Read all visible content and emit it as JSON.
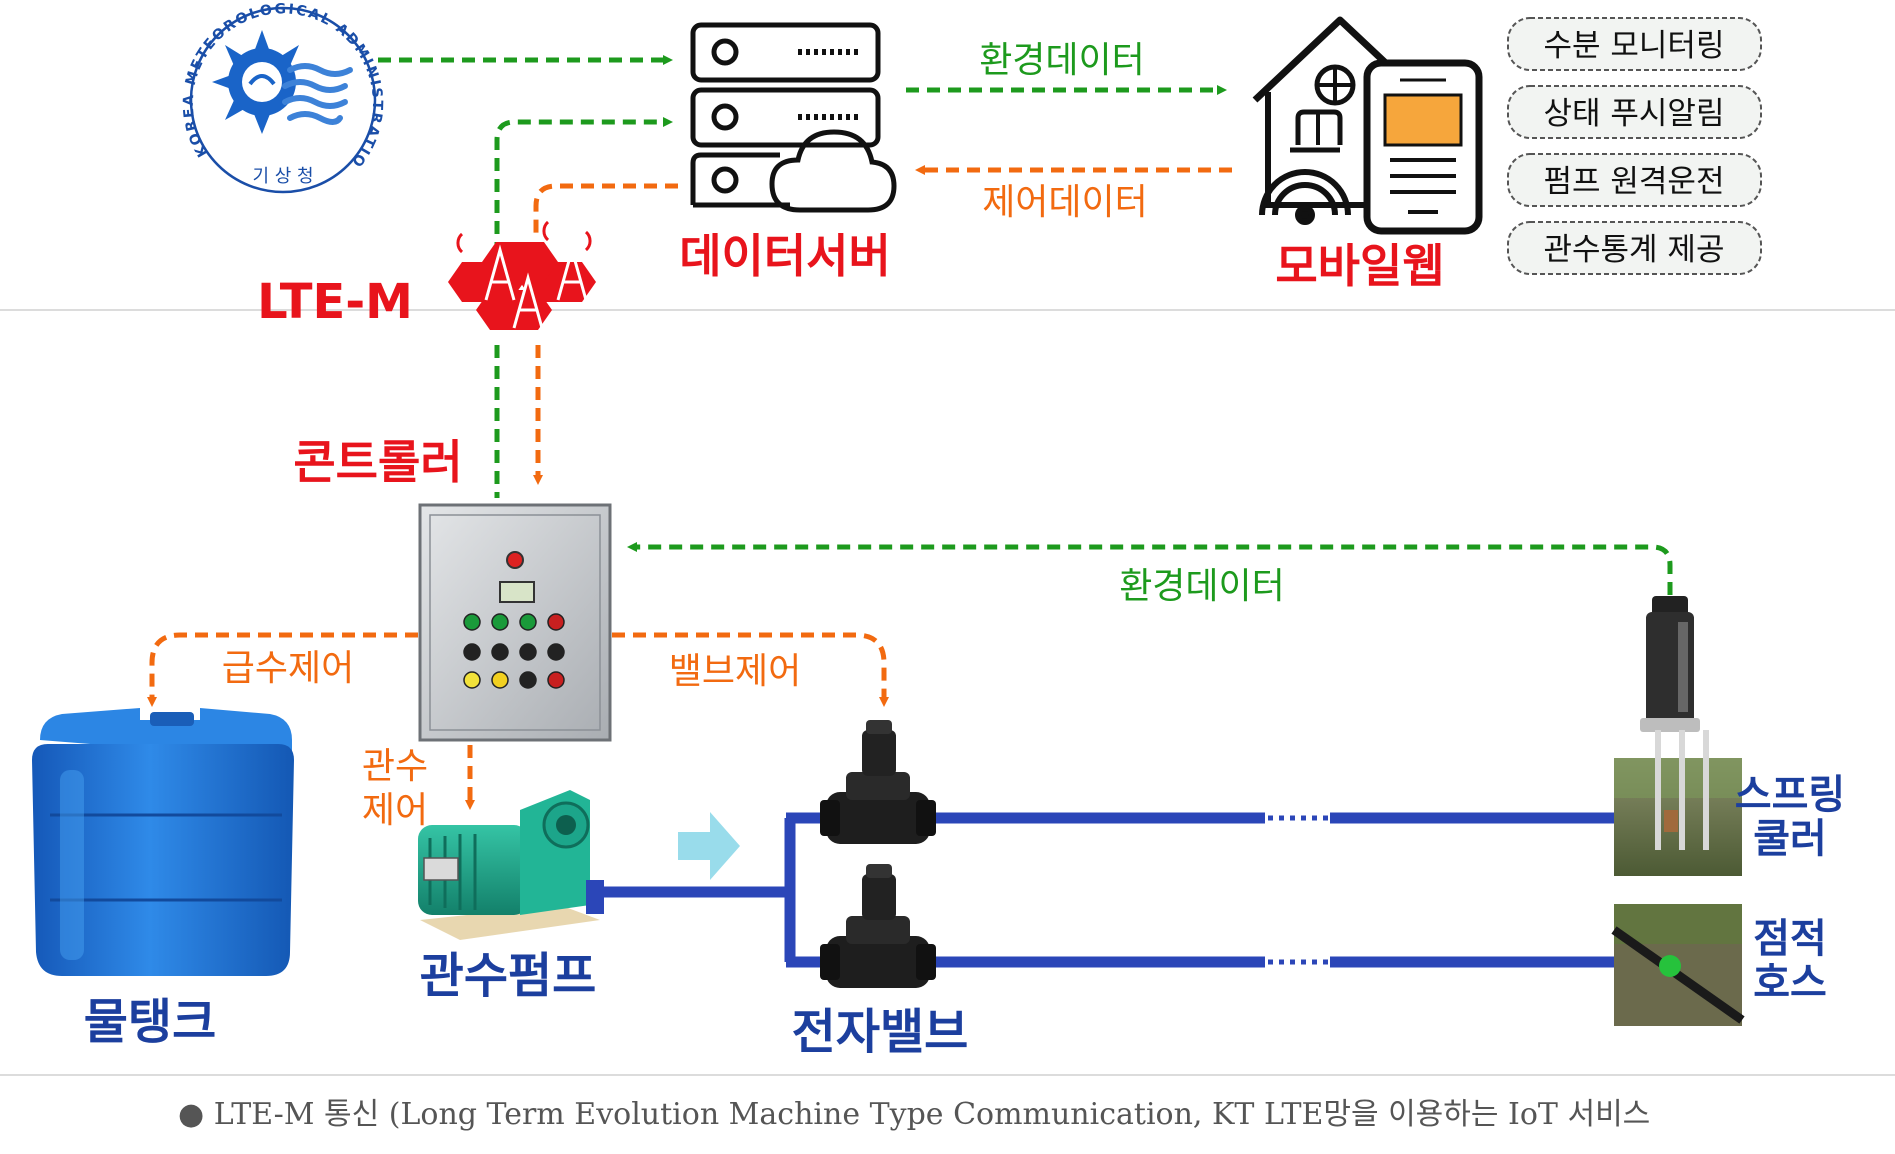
{
  "colors": {
    "green_arrow": "#1d9a1d",
    "orange_arrow": "#f26a10",
    "red_label": "#e8141c",
    "blue_label": "#1c3f9e",
    "pipe_blue": "#2b46b8",
    "tank_blue": "#1f74d6",
    "pump_teal": "#1ea88c"
  },
  "logo": {
    "ring_text": "KOREA METEOROLOGICAL ADMINISTRATION",
    "bottom_text": "기 상 청"
  },
  "labels": {
    "data_server": "데이터서버",
    "mobile_web": "모바일웹",
    "lte_m": "LTE-M",
    "controller": "콘트롤러",
    "water_tank": "물탱크",
    "irrigation_pump": "관수펌프",
    "solenoid_valve": "전자밸브",
    "sprinkler_line1": "스프링",
    "sprinkler_line2": "쿨러",
    "drip_line1": "점적",
    "drip_line2": "호스"
  },
  "flows": {
    "env_data_top": "환경데이터",
    "control_data": "제어데이터",
    "env_data_bottom": "환경데이터",
    "supply_control": "급수제어",
    "valve_control": "밸브제어",
    "irrigation_control_line1": "관수",
    "irrigation_control_line2": "제어"
  },
  "features": [
    "수분 모니터링",
    "상태 푸시알림",
    "펌프 원격운전",
    "관수통계 제공"
  ],
  "caption": "● LTE-M 통신 (Long Term Evolution Machine Type Communication, KT LTE망을 이용하는 IoT 서비스"
}
